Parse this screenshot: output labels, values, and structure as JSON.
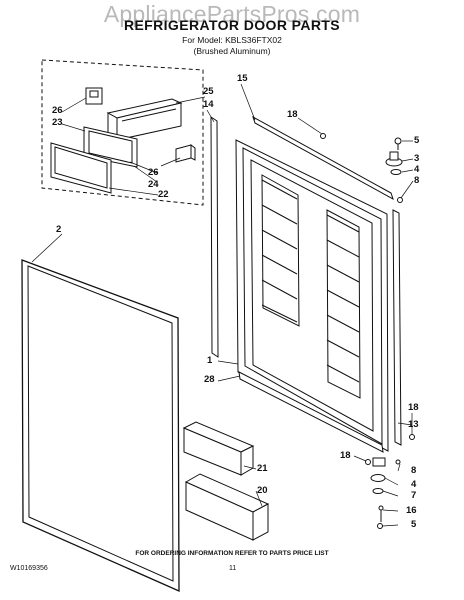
{
  "watermark": "AppliancePartsPros.com",
  "title": "REFRIGERATOR DOOR PARTS",
  "model_line": "For Model: KBLS36FTX02",
  "finish_line": "(Brushed Aluminum)",
  "callouts": {
    "c25": "25",
    "c26a": "26",
    "c23": "23",
    "c26b": "26",
    "c24": "24",
    "c22": "22",
    "c15": "15",
    "c14": "14",
    "c18a": "18",
    "c5a": "5",
    "c3": "3",
    "c4a": "4",
    "c8a": "8",
    "c2": "2",
    "c1": "1",
    "c28": "28",
    "c18b": "18",
    "c13": "13",
    "c18c": "18",
    "c8b": "8",
    "c4b": "4",
    "c7": "7",
    "c16": "16",
    "c5b": "5",
    "c21": "21",
    "c20": "20"
  },
  "footer": "FOR ORDERING INFORMATION REFER TO PARTS PRICE LIST",
  "doc_number": "W10169356",
  "page_number": "11"
}
